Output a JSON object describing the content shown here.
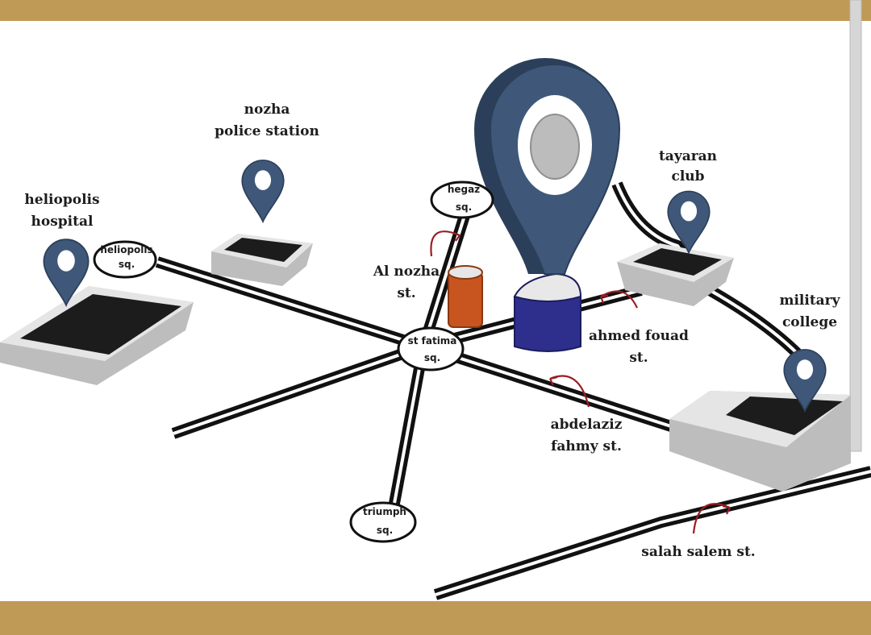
{
  "colors": {
    "band": "#bf9a57",
    "pin": "#3f5879",
    "pin_dark": "#2c3f5a",
    "platform": "#e2e2e2",
    "platform_side": "#bdbdbd",
    "platform_top": "#1c1c1c",
    "road": "#111111",
    "arrow": "#9b1c24",
    "building_blue": "#2e2f8c",
    "building_orange": "#c8551f"
  },
  "places": {
    "heliopolis_hospital": [
      "heliopolis",
      "hospital"
    ],
    "nozha_police_station": [
      "nozha",
      "police station"
    ],
    "tayaran_club": [
      "tayaran",
      "club"
    ],
    "military_college": [
      "military",
      "college"
    ]
  },
  "squares": {
    "heliopolis_sq": [
      "heliopolis",
      "sq."
    ],
    "hegaz_sq": [
      "hegaz",
      "sq."
    ],
    "st_fatima_sq": [
      "st fatima",
      "sq."
    ],
    "triumph_sq": [
      "triumph",
      "sq."
    ]
  },
  "streets": {
    "al_nozha": [
      "Al nozha",
      "st."
    ],
    "ahmed_fouad": [
      "ahmed fouad",
      "st."
    ],
    "abdelaziz_fahmy": [
      "abdelaziz",
      "fahmy st."
    ],
    "salah_salem": [
      "salah salem st."
    ]
  }
}
